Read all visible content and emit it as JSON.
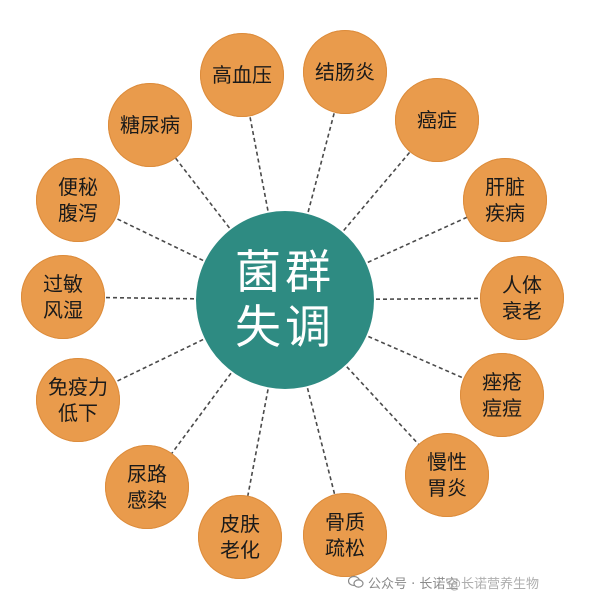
{
  "colors": {
    "hub": "#2e8b82",
    "node": "#e99b4c",
    "link": "#4a4a4a",
    "hub_text": "#ffffff",
    "node_text": "#1a1a1a"
  },
  "hub": {
    "lines": [
      "菌群",
      "失调"
    ]
  },
  "nodes": [
    {
      "lines": [
        "高血压"
      ]
    },
    {
      "lines": [
        "结肠炎"
      ]
    },
    {
      "lines": [
        "癌症"
      ]
    },
    {
      "lines": [
        "肝脏",
        "疾病"
      ]
    },
    {
      "lines": [
        "人体",
        "衰老"
      ]
    },
    {
      "lines": [
        "痤疮",
        "痘痘"
      ]
    },
    {
      "lines": [
        "慢性",
        "胃炎"
      ]
    },
    {
      "lines": [
        "骨质",
        "疏松"
      ]
    },
    {
      "lines": [
        "皮肤",
        "老化"
      ]
    },
    {
      "lines": [
        "尿路",
        "感染"
      ]
    },
    {
      "lines": [
        "免疫力",
        "低下"
      ]
    },
    {
      "lines": [
        "过敏",
        "风湿"
      ]
    },
    {
      "lines": [
        "便秘",
        "腹泻"
      ]
    },
    {
      "lines": [
        "糖尿病"
      ]
    }
  ],
  "watermark": {
    "icon": "wechat-icon",
    "text_a": "公众号 · 长诺空",
    "text_b": "@长诺营养生物"
  }
}
